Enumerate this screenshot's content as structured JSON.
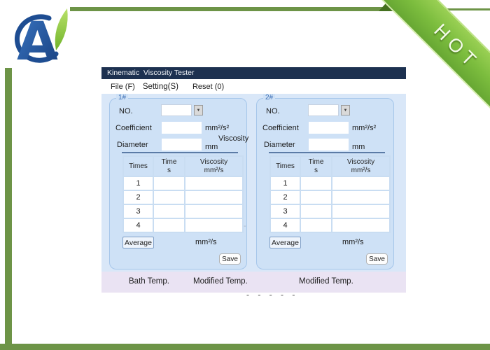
{
  "branding": {
    "logo_letter": "A",
    "ribbon_label": "HOT"
  },
  "app": {
    "title": "Kinematic  Viscosity Tester",
    "menu": {
      "file": "File (F)",
      "setting": "Setting(S)",
      "reset": "Reset (0)"
    },
    "panels": [
      {
        "group_label": "1#",
        "no_label": "NO.",
        "coefficient_label": "Coefficient",
        "coefficient_unit": "mm²/s²",
        "diameter_label": "Diameter",
        "diameter_unit": "mm",
        "viscosity_side_label": "Viscosity",
        "table": {
          "col1_line1": "Times",
          "col1_line2": "",
          "col2_line1": "Time",
          "col2_line2": "s",
          "col3_line1": "Viscosity",
          "col3_line2": "mm²/s",
          "rows": [
            "1",
            "2",
            "3",
            "4"
          ]
        },
        "average_button": "Average",
        "average_unit": "mm²/s",
        "save_button": "Save"
      },
      {
        "group_label": "2#",
        "no_label": "NO.",
        "coefficient_label": "Coefficient",
        "coefficient_unit": "mm²/s²",
        "diameter_label": "Diameter",
        "diameter_unit": "mm",
        "viscosity_side_label": "",
        "table": {
          "col1_line1": "Times",
          "col1_line2": "",
          "col2_line1": "Time",
          "col2_line2": "s",
          "col3_line1": "Viscosity",
          "col3_line2": "mm²/s",
          "rows": [
            "1",
            "2",
            "3",
            "4"
          ]
        },
        "average_button": "Average",
        "average_unit": "mm²/s",
        "save_button": "Save"
      }
    ],
    "footer": {
      "bath": "Bath Temp.",
      "modified_left": "Modified Temp.",
      "modified_right": "Modified Temp."
    }
  },
  "decor": {
    "page_dashes": "- - - - -",
    "mid_dash": "-"
  },
  "colors": {
    "frame_green": "#6d9447",
    "ribbon_green": "#7cbd3e",
    "titlebar_navy": "#1d3150",
    "client_blue": "#d9e7f8",
    "panel_blue": "#cee1f6",
    "footer_lavender": "#eae3f3",
    "logo_blue": "#2a5fa8"
  }
}
